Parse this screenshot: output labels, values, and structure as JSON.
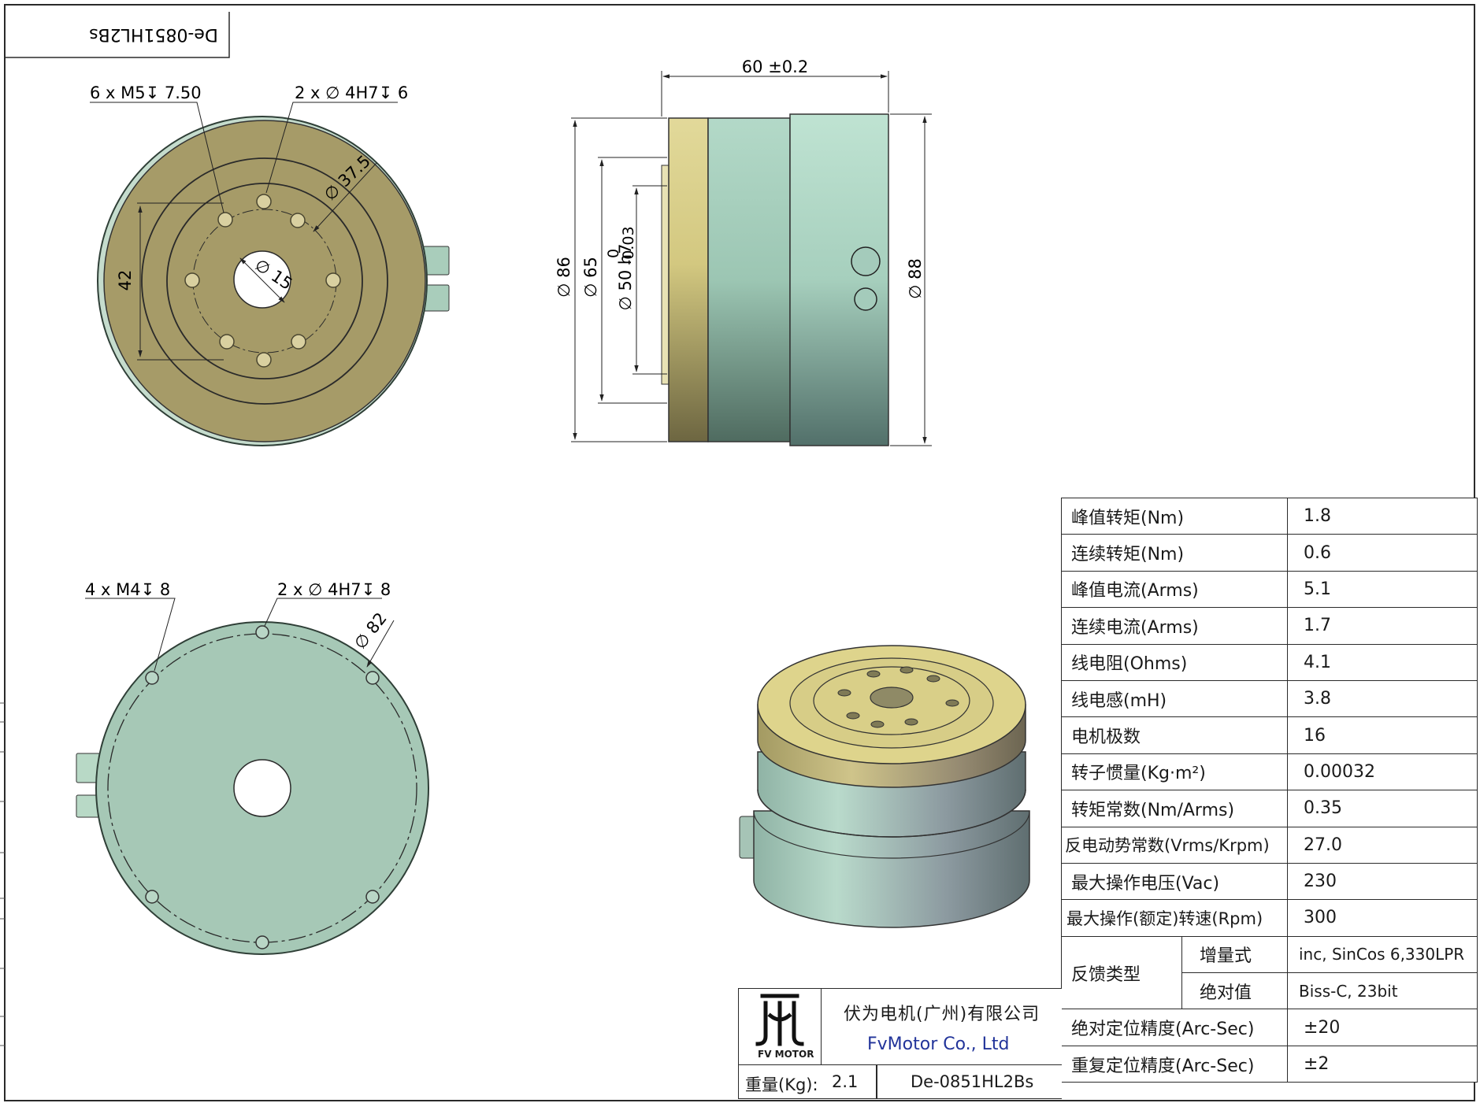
{
  "sheet": {
    "corner_label": "De-0851HL2Bs"
  },
  "front_view": {
    "callout_tapped": "6 x M5↧ 7.50",
    "callout_pin": "2 x ∅ 4H7↧ 6",
    "dia_pcd": "∅ 37.5",
    "dia_bore": "∅ 15",
    "dim_vertical": "42"
  },
  "side_view": {
    "length": "60 ±0.2",
    "dia_86": "∅ 86",
    "dia_65": "∅ 65",
    "dia_50": "∅ 50 h7",
    "tol_upper": "0",
    "tol_lower": "-0.03",
    "dia_88": "∅ 88"
  },
  "rear_view": {
    "callout_tapped": "4 x M4↧ 8",
    "callout_pin": "2 x ∅ 4H7↧ 8",
    "dia_pcd": "∅ 82"
  },
  "specs": [
    {
      "label": "峰值转矩(Nm)",
      "value": "1.8"
    },
    {
      "label": "连续转矩(Nm)",
      "value": "0.6"
    },
    {
      "label": "峰值电流(Arms)",
      "value": "5.1"
    },
    {
      "label": "连续电流(Arms)",
      "value": "1.7"
    },
    {
      "label": "线电阻(Ohms)",
      "value": "4.1"
    },
    {
      "label": "线电感(mH)",
      "value": "3.8"
    },
    {
      "label": "电机极数",
      "value": "16"
    },
    {
      "label": "转子惯量(Kg·m²)",
      "value": "0.00032"
    },
    {
      "label": "转矩常数(Nm/Arms)",
      "value": "0.35"
    },
    {
      "label": "反电动势常数(Vrms/Krpm)",
      "value": "27.0"
    },
    {
      "label": "最大操作电压(Vac)",
      "value": "230"
    },
    {
      "label": "最大操作(额定)转速(Rpm)",
      "value": "300"
    }
  ],
  "feedback": {
    "label": "反馈类型",
    "incremental_label": "增量式",
    "incremental_value": "inc, SinCos 6,330LPR",
    "absolute_label": "绝对值",
    "absolute_value": "Biss-C, 23bit"
  },
  "accuracy": [
    {
      "label": "绝对定位精度(Arc-Sec)",
      "value": "±20"
    },
    {
      "label": "重复定位精度(Arc-Sec)",
      "value": "±2"
    }
  ],
  "title_block": {
    "company_cn": "伏为电机(广州)有限公司",
    "company_en": "FvMotor Co., Ltd",
    "logo_text": "FV MOTOR",
    "weight_label": "重量(Kg):",
    "weight_value": "2.1",
    "model": "De-0851HL2Bs"
  },
  "colors": {
    "front_face": "#a69b68",
    "front_rim": "#c5dccd",
    "rear_face": "#a6c8b6",
    "housing": "#a4cdbd",
    "flange": "#d9cf8c",
    "title_blue": "#22349a"
  }
}
